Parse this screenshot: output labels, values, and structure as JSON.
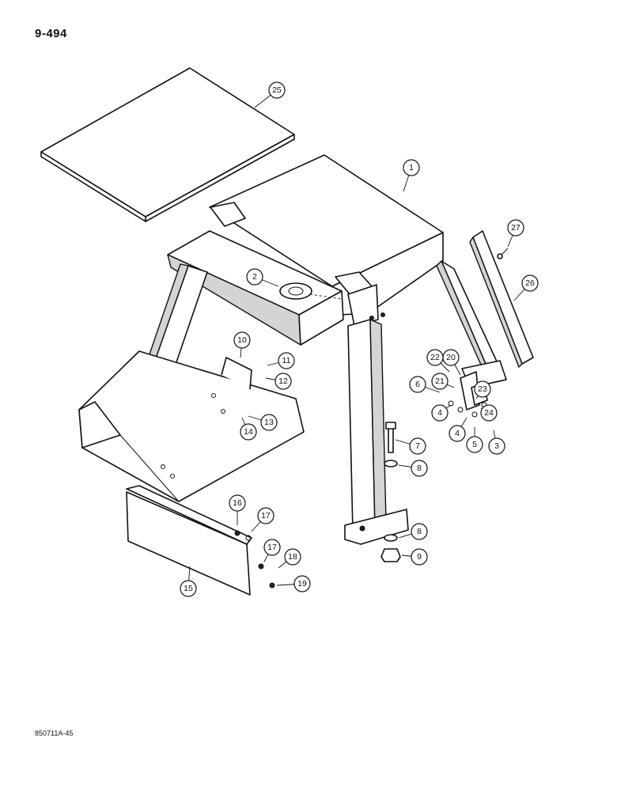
{
  "page": {
    "number": "9-494",
    "figure_code": "850711A-45"
  },
  "callouts": [
    {
      "id": "1",
      "label": "1"
    },
    {
      "id": "2",
      "label": "2"
    },
    {
      "id": "3",
      "label": "3"
    },
    {
      "id": "4a",
      "label": "4"
    },
    {
      "id": "4b",
      "label": "4"
    },
    {
      "id": "5",
      "label": "5"
    },
    {
      "id": "6",
      "label": "6"
    },
    {
      "id": "7",
      "label": "7"
    },
    {
      "id": "8a",
      "label": "8"
    },
    {
      "id": "8b",
      "label": "8"
    },
    {
      "id": "9",
      "label": "9"
    },
    {
      "id": "10",
      "label": "10"
    },
    {
      "id": "11",
      "label": "11"
    },
    {
      "id": "12",
      "label": "12"
    },
    {
      "id": "13",
      "label": "13"
    },
    {
      "id": "14",
      "label": "14"
    },
    {
      "id": "15",
      "label": "15"
    },
    {
      "id": "16",
      "label": "16"
    },
    {
      "id": "17a",
      "label": "17"
    },
    {
      "id": "17b",
      "label": "17"
    },
    {
      "id": "18",
      "label": "18"
    },
    {
      "id": "19",
      "label": "19"
    },
    {
      "id": "20",
      "label": "20"
    },
    {
      "id": "21",
      "label": "21"
    },
    {
      "id": "22",
      "label": "22"
    },
    {
      "id": "23",
      "label": "23"
    },
    {
      "id": "24",
      "label": "24"
    },
    {
      "id": "25",
      "label": "25"
    },
    {
      "id": "26",
      "label": "26"
    },
    {
      "id": "27",
      "label": "27"
    }
  ]
}
